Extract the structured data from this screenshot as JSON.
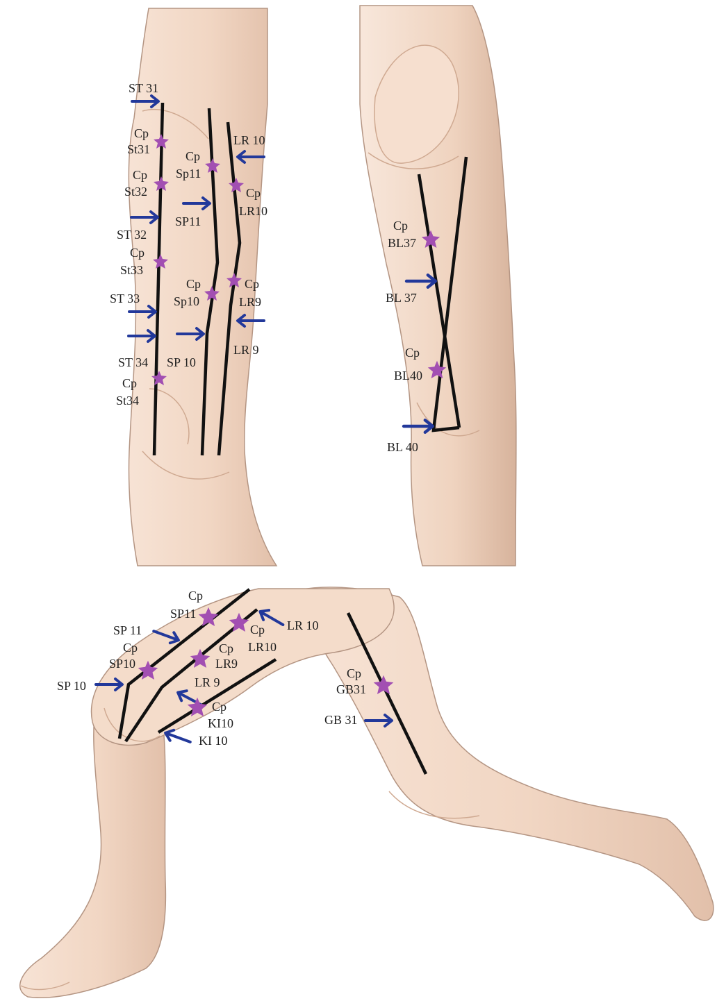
{
  "colors": {
    "skin": "#f3d9c6",
    "skin_light": "#f9e8dc",
    "skin_shadow": "#d9b6a0",
    "outline": "#b49583",
    "channel_line": "#111111",
    "arrow": "#22389a",
    "point_marker": "#a24fb2"
  },
  "icons": {
    "arrow": "arrow-icon",
    "point": "star-icon"
  },
  "panels": {
    "front_thigh": {
      "labels": {
        "st31": "ST 31",
        "cp_st31": [
          "Cp",
          "St31"
        ],
        "cp_st32": [
          "Cp",
          "St32"
        ],
        "st32": "ST 32",
        "cp_st33": [
          "Cp",
          "St33"
        ],
        "st33": "ST 33",
        "st34": "ST 34",
        "cp_st34": [
          "Cp",
          "St34"
        ],
        "cp_sp11": [
          "Cp",
          "Sp11"
        ],
        "sp11": "SP11",
        "cp_sp10": [
          "Cp",
          "Sp10"
        ],
        "sp10": "SP 10",
        "lr10": "LR 10",
        "cp_lr10": [
          "Cp",
          "LR10"
        ],
        "cp_lr9": [
          "Cp",
          "LR9"
        ],
        "lr9": "LR 9"
      }
    },
    "back_thigh": {
      "labels": {
        "cp_bl37": [
          "Cp",
          "BL37"
        ],
        "bl37": "BL 37",
        "cp_bl40": [
          "Cp",
          "BL40"
        ],
        "bl40": "BL 40"
      }
    },
    "side_leg": {
      "labels": {
        "cp_sp11": [
          "Cp",
          "SP11"
        ],
        "sp11": "SP 11",
        "cp_sp10": [
          "Cp",
          "SP10"
        ],
        "sp10": "SP 10",
        "cp_lr10": [
          "Cp",
          "LR10"
        ],
        "lr10": "LR 10",
        "cp_lr9": [
          "Cp",
          "LR9"
        ],
        "lr9": "LR 9",
        "cp_ki10": [
          "Cp",
          "KI10"
        ],
        "ki10": "KI 10",
        "cp_gb31": [
          "Cp",
          "GB31"
        ],
        "gb31": "GB 31"
      }
    }
  }
}
